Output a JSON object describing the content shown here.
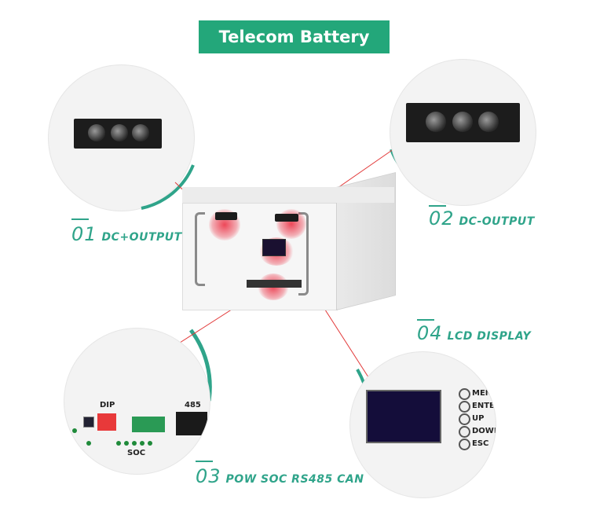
{
  "title": "Telecom Battery",
  "callouts": [
    {
      "number": "01",
      "text": "DC+OUTPUT"
    },
    {
      "number": "02",
      "text": "DC-OUTPUT"
    },
    {
      "number": "03",
      "text": "POW SOC RS485 CAN"
    },
    {
      "number": "04",
      "text": "LCD DISPLAY"
    }
  ],
  "panel_labels": {
    "dip": "DIP",
    "port_485": "485",
    "soc": "SOC"
  },
  "lcd_buttons": [
    "MENU",
    "ENTER",
    "UP",
    "DOWN",
    "ESC"
  ],
  "colors": {
    "accent": "#23a77a",
    "label": "#2fa48a",
    "leader": "#e23a3a"
  }
}
